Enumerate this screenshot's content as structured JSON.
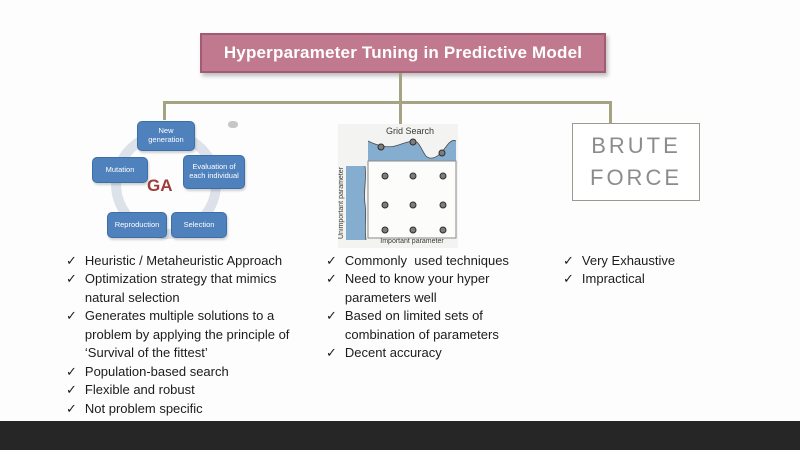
{
  "title": "Hyperparameter Tuning in Predictive Model",
  "glyphs": {
    "check": "✓"
  },
  "ga": {
    "label": "GA",
    "steps": [
      "New generation",
      "Evaluation of each individual",
      "Mutation",
      "Reproduction",
      "Selection"
    ],
    "bullets": [
      "Heuristic / Metaheuristic Approach",
      "Optimization strategy that mimics natural selection",
      "Generates multiple solutions to a problem by applying the principle of  ‘Survival of the fittest’",
      "Population-based search",
      "Flexible and robust",
      "Not problem specific"
    ]
  },
  "grid_search": {
    "title": "Grid Search",
    "x_label": "Important parameter",
    "y_label": "Unimportant parameter",
    "bullets": [
      "Commonly  used techniques",
      "Need to know your hyper parameters well",
      "Based on limited sets of combination of parameters",
      "Decent accuracy"
    ]
  },
  "brute_force": {
    "line1": "BRUTE",
    "line2": "FORCE",
    "bullets": [
      "Very Exhaustive",
      "Impractical"
    ]
  },
  "colors": {
    "title_fill": "#c1798f",
    "title_border": "#a25b74",
    "connector": "#a6a383",
    "ga_box_fill": "#4f81bd",
    "ga_box_border": "#3c6ea8",
    "ga_ring": "#dde2ea",
    "ga_label_text": "#9e3b3b",
    "grid_blue": "#85add0",
    "brute_text": "#8c8c8c",
    "bottom_bar": "#262626"
  }
}
